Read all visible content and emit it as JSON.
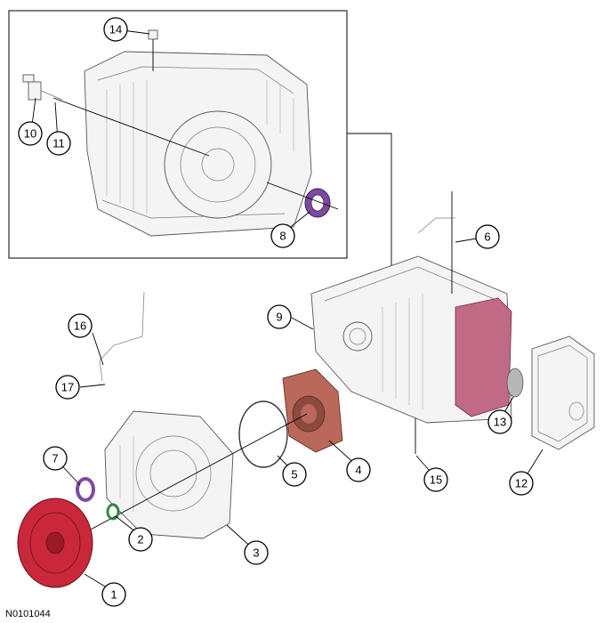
{
  "figure_id": "N0101044",
  "callouts": [
    "1",
    "2",
    "3",
    "4",
    "5",
    "6",
    "7",
    "8",
    "9",
    "10",
    "11",
    "12",
    "13",
    "14",
    "15",
    "16",
    "17"
  ],
  "colors": {
    "converter": "#c8283a",
    "seal": "#7d4aa0",
    "oring": "#2f8a3c",
    "pump": "#b9685a",
    "valve_body": "#c06a86",
    "line": "#000000"
  }
}
